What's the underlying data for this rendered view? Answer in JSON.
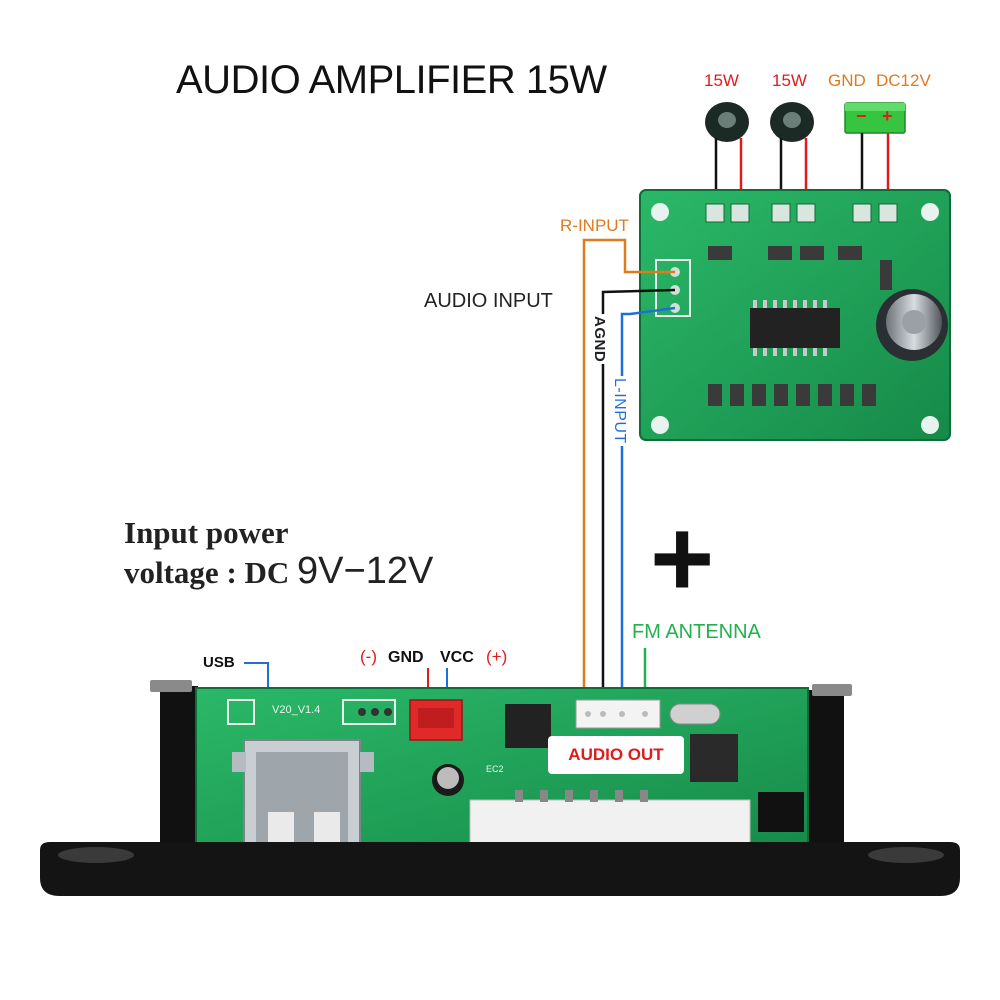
{
  "title": "AUDIO AMPLIFIER 15W",
  "amplifier": {
    "speaker_left_label": "15W",
    "speaker_right_label": "15W",
    "power_gnd_label": "GND",
    "power_dc_label": "DC12V",
    "power_minus": "−",
    "power_plus": "+"
  },
  "wiring": {
    "r_input": "R-INPUT",
    "audio_input": "AUDIO INPUT",
    "agnd": "AGND",
    "l_input": "L-INPUT",
    "fm_antenna": "FM ANTENNA",
    "audio_out": "AUDIO OUT"
  },
  "power_spec": {
    "line1": "Input power",
    "line2_prefix": "voltage : DC ",
    "voltage": "9V−12V"
  },
  "mp3_board": {
    "usb_label": "USB",
    "gnd_sign": "(-)",
    "gnd_label": "GND",
    "vcc_label": "VCC",
    "vcc_sign": "(+)",
    "silk_version": "V20_V1.4",
    "silk_ec2": "EC2"
  },
  "plus_sign": "+",
  "colors": {
    "orange": "#e07a1f",
    "red": "#e01b1b",
    "green": "#22b14c",
    "blue": "#1f6fd6",
    "pcb_green": "#1fa35a",
    "wire_black": "#111111"
  }
}
